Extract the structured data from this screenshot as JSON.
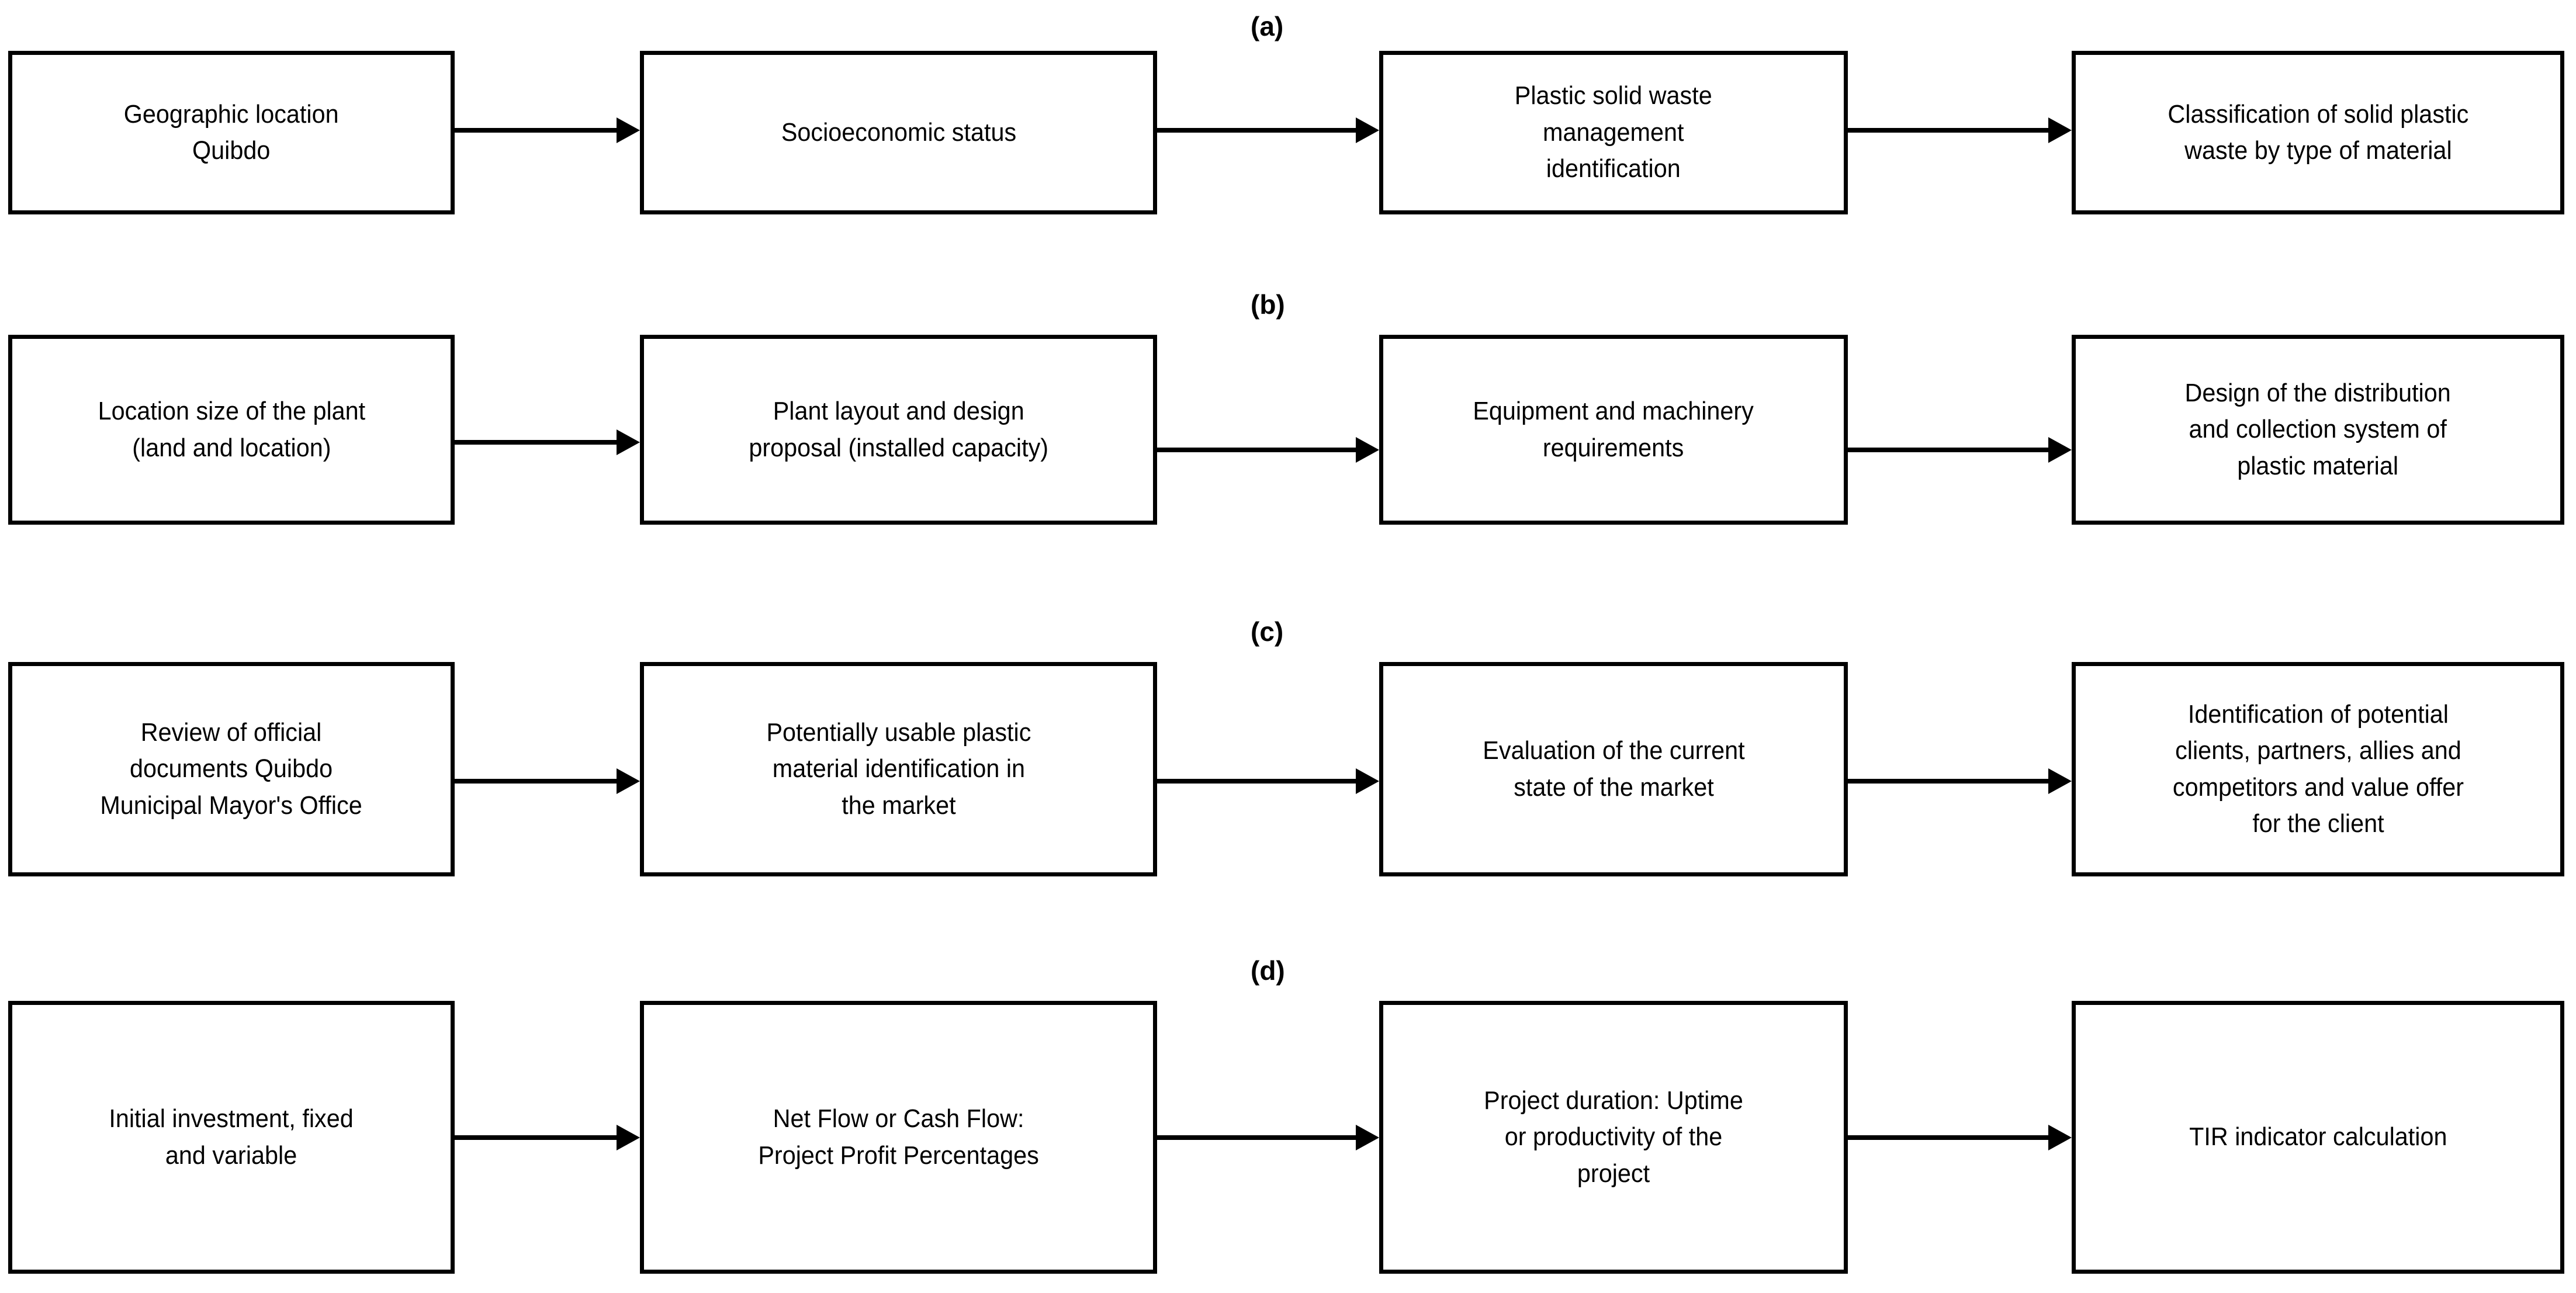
{
  "figure": {
    "background_color": "#ffffff",
    "line_color": "#000000",
    "text_color": "#000000"
  },
  "rows": [
    {
      "label": "(a)",
      "boxes": [
        "Geographic location\nQuibdo",
        "Socioeconomic status",
        "Plastic solid waste\nmanagement\nidentification",
        "Classification of solid plastic\nwaste by type of material"
      ]
    },
    {
      "label": "(b)",
      "boxes": [
        "Location size of the plant\n(land and location)",
        "Plant layout and design\nproposal (installed capacity)",
        "Equipment and machinery\nrequirements",
        "Design of the distribution\nand collection system of\nplastic material"
      ]
    },
    {
      "label": "(c)",
      "boxes": [
        "Review of official\ndocuments Quibdo\nMunicipal Mayor's Office",
        "Potentially usable plastic\nmaterial identification in\nthe market",
        "Evaluation of the current\nstate of the market",
        "Identification of potential\nclients, partners, allies and\ncompetitors and value offer\nfor the client"
      ]
    },
    {
      "label": "(d)",
      "boxes": [
        "Initial investment, fixed\nand variable",
        "Net Flow or Cash Flow:\nProject Profit Percentages",
        "Project duration: Uptime\nor productivity of the\nproject",
        "TIR indicator calculation"
      ]
    }
  ],
  "connectors": {
    "direction": "right",
    "count_per_row": 3,
    "style": "solid-line-with-filled-arrowhead"
  }
}
